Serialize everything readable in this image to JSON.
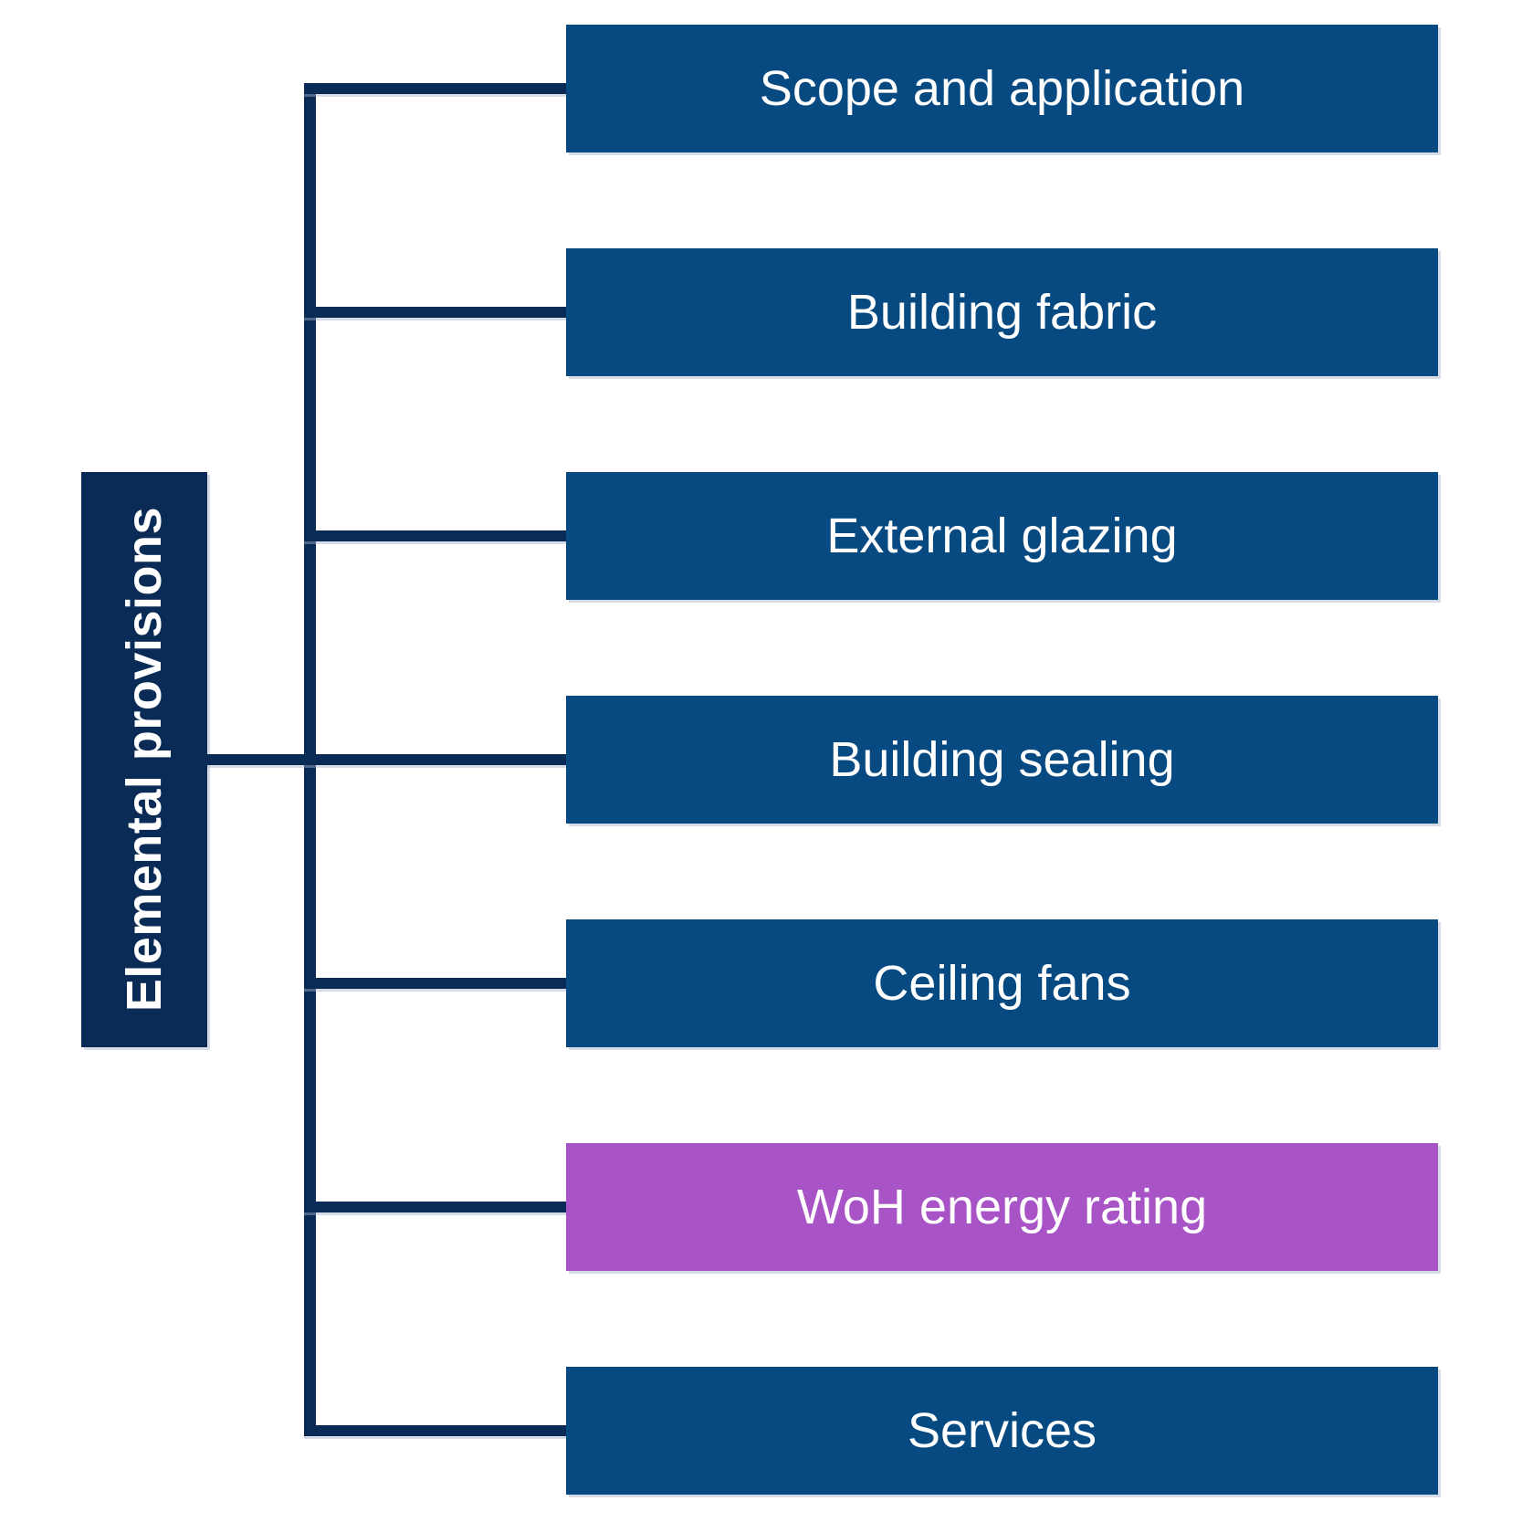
{
  "diagram": {
    "root_label": "Elemental provisions",
    "nodes": [
      {
        "label": "Scope and application",
        "variant": "blue"
      },
      {
        "label": "Building fabric",
        "variant": "blue"
      },
      {
        "label": "External glazing",
        "variant": "blue"
      },
      {
        "label": "Building sealing",
        "variant": "blue"
      },
      {
        "label": "Ceiling fans",
        "variant": "blue"
      },
      {
        "label": "WoH energy rating",
        "variant": "purple"
      },
      {
        "label": "Services",
        "variant": "blue"
      }
    ]
  },
  "colors": {
    "connector_navy": "#092b55",
    "node_blue": "#074a82",
    "node_purple": "#a854c6",
    "label_text": "#ffffff",
    "background": "#ffffff"
  }
}
